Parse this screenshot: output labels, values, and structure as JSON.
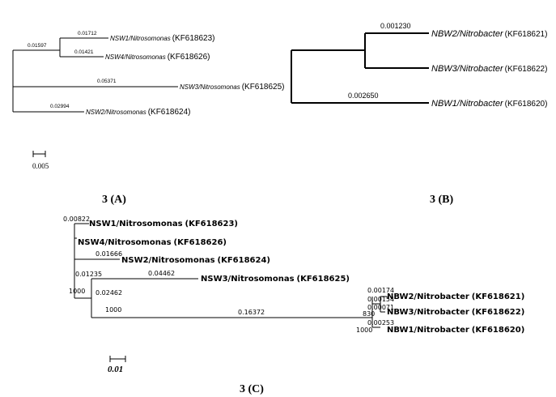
{
  "panel_a": {
    "caption": "3 (A)",
    "scale_label": "0.005",
    "internal_label": "0.01597",
    "leaves": [
      {
        "label": "NSW1/Nitrosomonas",
        "accession": "(KF618623)",
        "branch_label": "0.01712"
      },
      {
        "label": "NSW4/Nitrosomonas",
        "accession": "(KF618626)",
        "branch_label": "0.01421"
      },
      {
        "label": "NSW3/Nitrosomonas",
        "accession": "(KF618625)",
        "branch_label": "0.05371"
      },
      {
        "label": "NSW2/Nitrosomonas",
        "accession": "(KF618624)",
        "branch_label": "0.02994"
      }
    ]
  },
  "panel_b": {
    "caption": "3 (B)",
    "leaves": [
      {
        "label": "NBW2/Nitrobacter",
        "accession": "(KF618621)",
        "branch_label": "0.001230"
      },
      {
        "label": "NBW3/Nitrobacter",
        "accession": "(KF618622)",
        "branch_label": ""
      },
      {
        "label": "NBW1/Nitrobacter",
        "accession": "(KF618620)",
        "branch_label": "0.002650"
      }
    ]
  },
  "panel_c": {
    "caption": "3 (C)",
    "scale_label": "0.01",
    "leaves": [
      {
        "label": "NSW1/Nitrosomonas",
        "accession": "(KF618623)",
        "branch_label": "0.00822"
      },
      {
        "label": "NSW4/Nitrosomonas",
        "accession": "(KF618626)",
        "branch_label": ""
      },
      {
        "label": "NSW2/Nitrosomonas",
        "accession": "(KF618624)",
        "branch_label": "0.01666"
      },
      {
        "label": "NSW3/Nitrosomonas",
        "accession": "(KF618625)",
        "branch_label": "0.04462"
      },
      {
        "label": "NBW2/Nitrobacter",
        "accession": "(KF618621)",
        "branch_label": "0.00174"
      },
      {
        "label": "NBW3/Nitrobacter",
        "accession": "(KF618622)",
        "branch_label": "0.00071"
      },
      {
        "label": "NBW1/Nitrobacter",
        "accession": "(KF618620)",
        "branch_label": "0.00253"
      }
    ],
    "internal_labels": [
      "0.01235",
      "0.02462",
      "0.16372",
      "0.00154"
    ],
    "bootstrap_values": [
      "1000",
      "1000",
      "830",
      "1000"
    ]
  }
}
